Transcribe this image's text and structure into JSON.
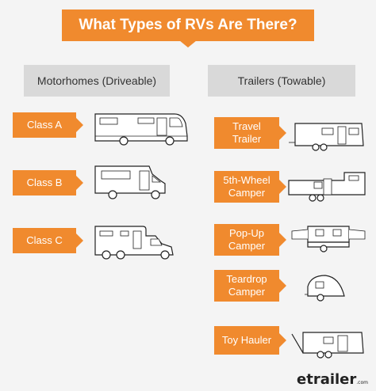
{
  "title": "What Types of RVs Are There?",
  "columns": {
    "motorhomes": {
      "heading": "Motorhomes (Driveable)",
      "items": [
        {
          "label": "Class A",
          "icon": "class-a-rv-icon"
        },
        {
          "label": "Class B",
          "icon": "class-b-rv-icon"
        },
        {
          "label": "Class C",
          "icon": "class-c-rv-icon"
        }
      ]
    },
    "trailers": {
      "heading": "Trailers (Towable)",
      "items": [
        {
          "label": "Travel Trailer",
          "icon": "travel-trailer-icon"
        },
        {
          "label": "5th-Wheel Camper",
          "icon": "fifth-wheel-camper-icon"
        },
        {
          "label": "Pop-Up Camper",
          "icon": "pop-up-camper-icon"
        },
        {
          "label": "Teardrop Camper",
          "icon": "teardrop-camper-icon"
        },
        {
          "label": "Toy Hauler",
          "icon": "toy-hauler-icon"
        }
      ]
    }
  },
  "logo": {
    "text": "etrailer",
    "suffix": ".com"
  },
  "colors": {
    "accent": "#f08a2e",
    "header_bg": "#d9d9d9",
    "background": "#f4f4f4"
  }
}
